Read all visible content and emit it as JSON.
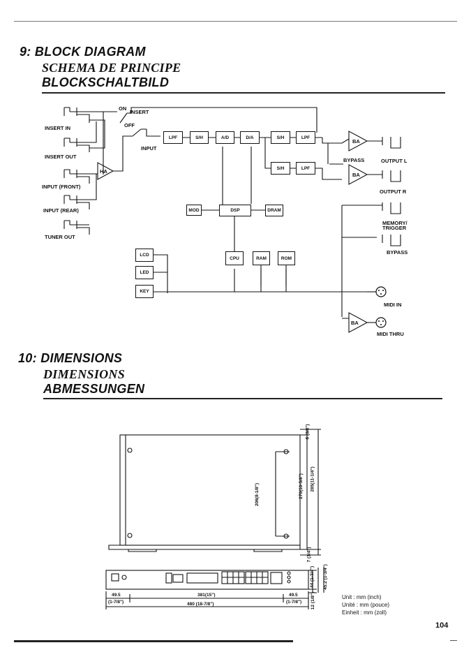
{
  "section9": {
    "title_en": "9: BLOCK DIAGRAM",
    "title_fr": "SCHEMA DE PRINCIPE",
    "title_de": "BLOCKSCHALTBILD"
  },
  "section10": {
    "title_en": "10: DIMENSIONS",
    "title_fr": "DIMENSIONS",
    "title_de": "ABMESSUNGEN"
  },
  "block_diagram": {
    "jacks": {
      "insert_in": "INSERT IN",
      "insert_out": "INSERT OUT",
      "input_front": "INPUT (FRONT)",
      "input_rear": "INPUT (REAR)",
      "tuner_out": "TUNER OUT",
      "output_l": "OUTPUT L",
      "output_r": "OUTPUT R",
      "memory_trigger_1": "MEMORY/",
      "memory_trigger_2": "TRIGGER",
      "bypass": "BYPASS",
      "midi_in": "MIDI IN",
      "midi_thru": "MIDI THRU"
    },
    "switches": {
      "on": "ON",
      "insert": "INSERT",
      "off": "OFF",
      "input": "INPUT",
      "bypass": "BYPASS"
    },
    "blocks": {
      "ha": "HA",
      "lpf": "LPF",
      "sh": "S/H",
      "ad": "A/D",
      "da": "D/A",
      "ba": "BA",
      "mod": "MOD",
      "dsp": "DSP",
      "dram": "DRAM",
      "cpu": "CPU",
      "ram": "RAM",
      "rom": "ROM",
      "lcd": "LCD",
      "led": "LED",
      "key": "KEY"
    }
  },
  "dimensions": {
    "d206": "206(8-1/8\")",
    "d270": "270(10-5/8\")",
    "d285": "285(11-1/4\")",
    "d8": "8 (3/8\")",
    "d7": "7 (1/4\")",
    "d44": "44 (1-3/4\")",
    "d452": "45.2 (1-3/4\")",
    "d12": "12 (1/8\")",
    "d495l_a": "49.5",
    "d495l_b": "(1-7/8\")",
    "d381": "381(15\")",
    "d495r_a": "49.5",
    "d495r_b": "(1-7/8\")",
    "d480": "480 (18-7/8\")",
    "unit_en": "Unit : mm (inch)",
    "unit_fr": "Unité : mm (pouce)",
    "unit_de": "Einheit : mm (zoll)"
  },
  "page_number": "104"
}
